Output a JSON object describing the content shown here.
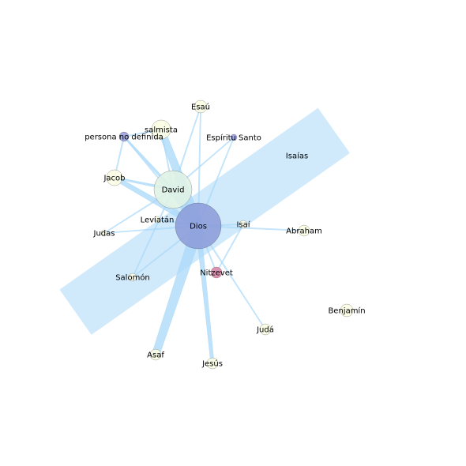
{
  "colors": {
    "edge": "#a9d8fa",
    "node_stroke": "#333333",
    "node_default": "#fbfde4",
    "node_david": "#dff2e6",
    "node_dios": "#8b9ad8",
    "node_purple": "#9aa0dc",
    "node_nitzevet": "#d88aa8"
  },
  "nodes": [
    {
      "id": "dios",
      "label": "Dios",
      "type": "dios"
    },
    {
      "id": "david",
      "label": "David",
      "type": "david"
    },
    {
      "id": "salmista",
      "label": "salmista",
      "type": "default"
    },
    {
      "id": "esau",
      "label": "Esaú",
      "type": "default"
    },
    {
      "id": "persona",
      "label": "persona no definida",
      "type": "purple"
    },
    {
      "id": "espiritu",
      "label": "Espíritu Santo",
      "type": "purple"
    },
    {
      "id": "isaias",
      "label": "Isaías",
      "type": "default"
    },
    {
      "id": "jacob",
      "label": "Jacob",
      "type": "default"
    },
    {
      "id": "leviatan",
      "label": "Leviatán",
      "type": "default"
    },
    {
      "id": "isai",
      "label": "Isaí",
      "type": "default"
    },
    {
      "id": "abraham",
      "label": "Abraham",
      "type": "default"
    },
    {
      "id": "judas",
      "label": "Judas",
      "type": "default"
    },
    {
      "id": "nitzevet",
      "label": "Nitzevet",
      "type": "nitzevet"
    },
    {
      "id": "salomon",
      "label": "Salomón",
      "type": "default"
    },
    {
      "id": "benjamin",
      "label": "Benjamín",
      "type": "default"
    },
    {
      "id": "juda",
      "label": "Judá",
      "type": "default"
    },
    {
      "id": "asaf",
      "label": "Asaf",
      "type": "default"
    },
    {
      "id": "jesus",
      "label": "Jesús",
      "type": "default"
    }
  ],
  "edges": [
    {
      "source": "dios",
      "target": "david",
      "weight": 8
    },
    {
      "source": "dios",
      "target": "salmista",
      "weight": 8
    },
    {
      "source": "dios",
      "target": "esau",
      "weight": 1
    },
    {
      "source": "dios",
      "target": "persona",
      "weight": 1
    },
    {
      "source": "dios",
      "target": "espiritu",
      "weight": 1
    },
    {
      "source": "dios",
      "target": "jacob",
      "weight": 5
    },
    {
      "source": "dios",
      "target": "leviatan",
      "weight": 1
    },
    {
      "source": "dios",
      "target": "isai",
      "weight": 1
    },
    {
      "source": "dios",
      "target": "abraham",
      "weight": 1
    },
    {
      "source": "dios",
      "target": "judas",
      "weight": 1
    },
    {
      "source": "dios",
      "target": "nitzevet",
      "weight": 1
    },
    {
      "source": "dios",
      "target": "salomon",
      "weight": 1
    },
    {
      "source": "dios",
      "target": "juda",
      "weight": 1
    },
    {
      "source": "dios",
      "target": "asaf",
      "weight": 9
    },
    {
      "source": "dios",
      "target": "jesus",
      "weight": 4
    },
    {
      "source": "david",
      "target": "salmista",
      "weight": 1
    },
    {
      "source": "david",
      "target": "esau",
      "weight": 1
    },
    {
      "source": "david",
      "target": "persona",
      "weight": 2
    },
    {
      "source": "david",
      "target": "jacob",
      "weight": 2
    },
    {
      "source": "david",
      "target": "judas",
      "weight": 1
    },
    {
      "source": "david",
      "target": "espiritu",
      "weight": 1
    },
    {
      "source": "david",
      "target": "salomon",
      "weight": 1
    },
    {
      "source": "persona",
      "target": "salmista",
      "weight": 1
    },
    {
      "source": "persona",
      "target": "jacob",
      "weight": 1
    },
    {
      "source": "isai",
      "target": "nitzevet",
      "weight": 1
    }
  ],
  "self_loops": [
    {
      "node": "dios",
      "weight": 70
    }
  ]
}
